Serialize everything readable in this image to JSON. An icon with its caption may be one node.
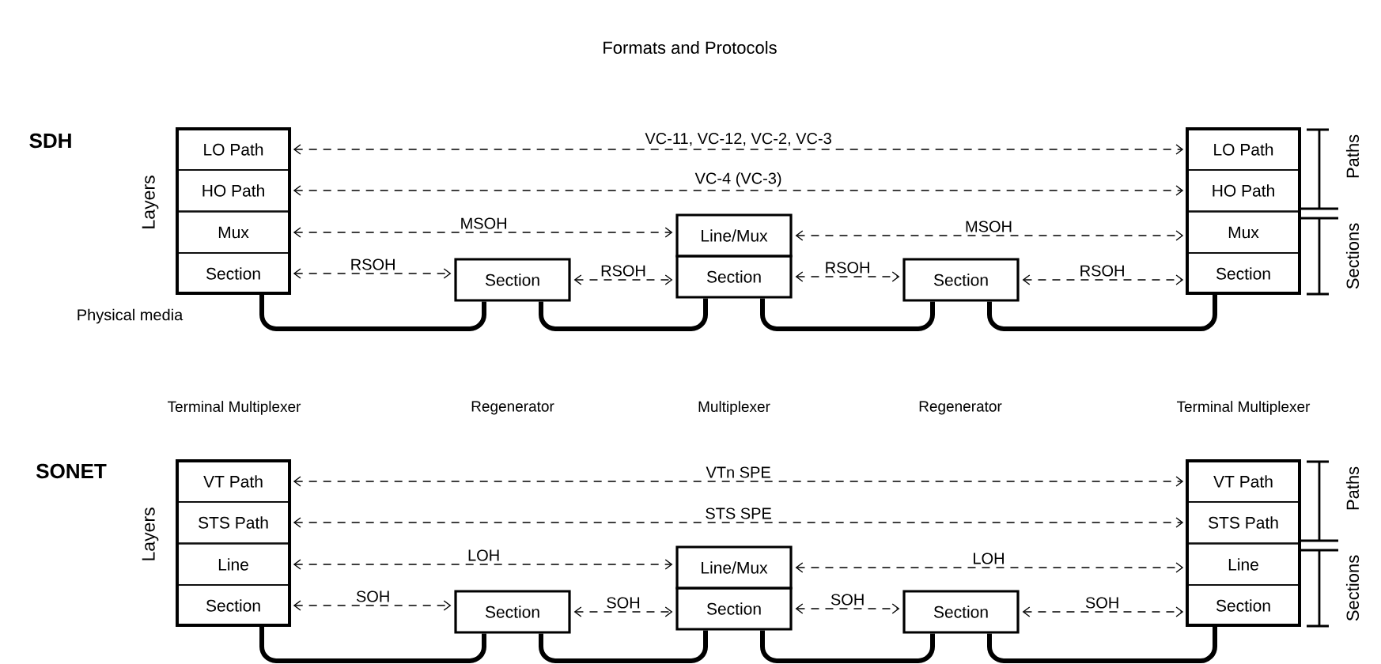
{
  "diagram": {
    "title": "Formats and Protocols",
    "nodes": [
      {
        "text": [
          "LO Path"
        ]
      },
      {
        "text": [
          "HO Path"
        ]
      },
      {
        "text": [
          "Mux"
        ]
      },
      {
        "text": [
          "Section"
        ]
      },
      {
        "text": [
          "Section"
        ]
      },
      {
        "text": [
          "Line/Mux"
        ]
      },
      {
        "text": [
          "Section"
        ]
      },
      {
        "text": [
          "Section"
        ]
      },
      {
        "text": [
          "LO Path"
        ]
      },
      {
        "text": [
          "HO Path"
        ]
      },
      {
        "text": [
          "Mux"
        ]
      },
      {
        "text": [
          "Section"
        ]
      },
      {
        "text": [
          "VT Path"
        ]
      },
      {
        "text": [
          "STS Path"
        ]
      },
      {
        "text": [
          "Line"
        ]
      },
      {
        "text": [
          "Section"
        ]
      },
      {
        "text": [
          "Section"
        ]
      },
      {
        "text": [
          "Line/Mux"
        ]
      },
      {
        "text": [
          "Section"
        ]
      },
      {
        "text": [
          "Section"
        ]
      },
      {
        "text": [
          "VT Path"
        ]
      },
      {
        "text": [
          "STS Path"
        ]
      },
      {
        "text": [
          "Line"
        ]
      },
      {
        "text": [
          "Section"
        ]
      }
    ],
    "edges": [
      {
        "from": 0,
        "to": 8,
        "arrow": "both",
        "style": "dashed",
        "label": "VC-11, VC-12, VC-2, VC-3"
      },
      {
        "from": 1,
        "to": 9,
        "arrow": "both",
        "style": "dashed",
        "label": "VC-4 (VC-3)"
      },
      {
        "from": 2,
        "to": 5,
        "arrow": "both",
        "style": "dashed",
        "label": "MSOH"
      },
      {
        "from": 5,
        "to": 10,
        "arrow": "both",
        "style": "dashed",
        "label": "MSOH"
      },
      {
        "from": 3,
        "to": 4,
        "arrow": "both",
        "style": "dashed",
        "label": "RSOH"
      },
      {
        "from": 4,
        "to": 6,
        "arrow": "both",
        "style": "dashed",
        "label": "RSOH"
      },
      {
        "from": 6,
        "to": 7,
        "arrow": "both",
        "style": "dashed",
        "label": "RSOH"
      },
      {
        "from": 7,
        "to": 11,
        "arrow": "both",
        "style": "dashed",
        "label": "RSOH"
      },
      {
        "from": 3,
        "to": 4,
        "arrow": "none",
        "style": "thick"
      },
      {
        "from": 4,
        "to": 6,
        "arrow": "none",
        "style": "thick"
      },
      {
        "from": 6,
        "to": 7,
        "arrow": "none",
        "style": "thick"
      },
      {
        "from": 7,
        "to": 11,
        "arrow": "none",
        "style": "thick"
      },
      {
        "from": 12,
        "to": 20,
        "arrow": "both",
        "style": "dashed",
        "label": "VTn SPE"
      },
      {
        "from": 13,
        "to": 21,
        "arrow": "both",
        "style": "dashed",
        "label": "STS SPE"
      },
      {
        "from": 14,
        "to": 17,
        "arrow": "both",
        "style": "dashed",
        "label": "LOH"
      },
      {
        "from": 17,
        "to": 22,
        "arrow": "both",
        "style": "dashed",
        "label": "LOH"
      },
      {
        "from": 15,
        "to": 16,
        "arrow": "both",
        "style": "dashed",
        "label": "SOH"
      },
      {
        "from": 16,
        "to": 18,
        "arrow": "both",
        "style": "dashed",
        "label": "SOH"
      },
      {
        "from": 18,
        "to": 19,
        "arrow": "both",
        "style": "dashed",
        "label": "SOH"
      },
      {
        "from": 19,
        "to": 23,
        "arrow": "both",
        "style": "dashed",
        "label": "SOH"
      },
      {
        "from": 15,
        "to": 16,
        "arrow": "none",
        "style": "thick"
      },
      {
        "from": 16,
        "to": 18,
        "arrow": "none",
        "style": "thick"
      },
      {
        "from": 18,
        "to": 19,
        "arrow": "none",
        "style": "thick"
      },
      {
        "from": 19,
        "to": 23,
        "arrow": "none",
        "style": "thick"
      }
    ],
    "labels": [
      "SDH",
      "Layers",
      "Paths",
      "Sections",
      "Physical media",
      "Terminal Multiplexer",
      "Regenerator",
      "Multiplexer",
      "Regenerator",
      "Terminal Multiplexer",
      "SONET",
      "Layers",
      "Paths",
      "Sections"
    ]
  }
}
